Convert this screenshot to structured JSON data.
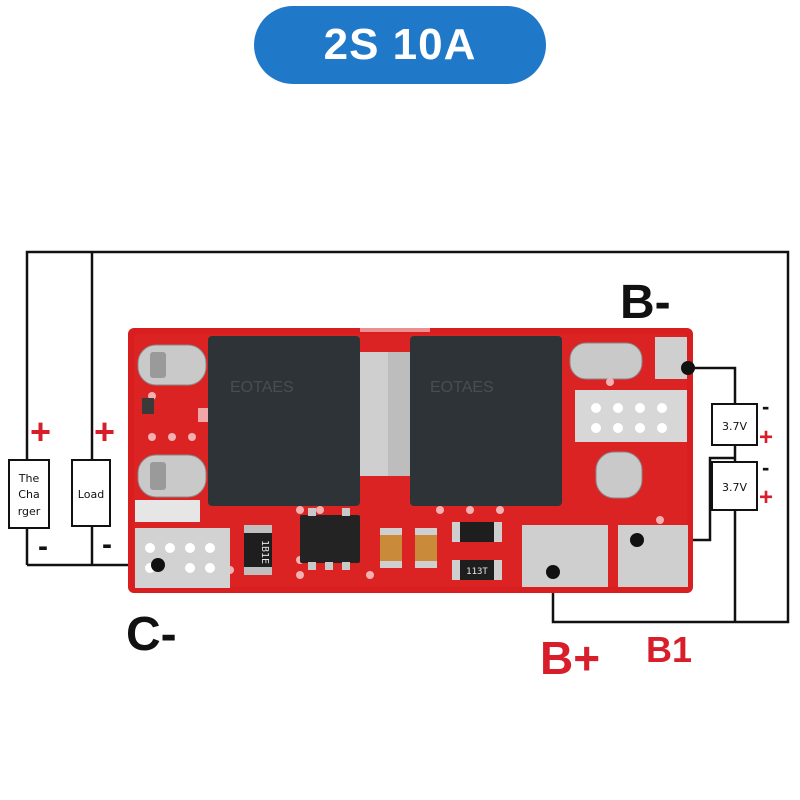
{
  "title": "2S 10A",
  "labels": {
    "b_minus": "B-",
    "c_minus": "C-",
    "b_plus": "B+",
    "b1": "B1",
    "charger": [
      "The",
      "Cha",
      "rger"
    ],
    "load": "Load",
    "cell_voltage": "3.7V",
    "plus": "+",
    "minus": "-",
    "chip_marking_1": "1B1E",
    "chip_marking_2": "113T"
  },
  "colors": {
    "pill": "#1f78c8",
    "pcb": "#d81e1e",
    "wire": "#111111",
    "plus_sign": "#d81e2a",
    "bplus_text": "#d81e2a"
  }
}
